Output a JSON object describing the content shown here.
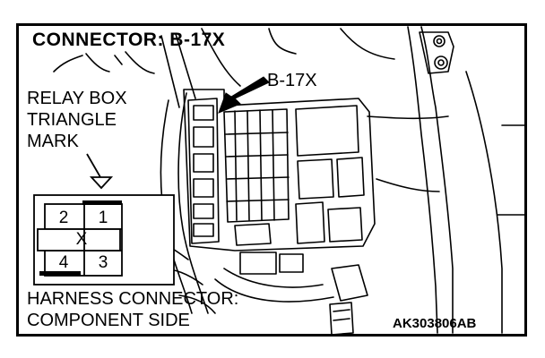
{
  "diagram": {
    "title": "CONNECTOR: B-17X",
    "callout_connector": "B-17X",
    "relay_box_label": [
      "RELAY BOX",
      "TRIANGLE",
      "MARK"
    ],
    "connector_pins": {
      "top_left": "2",
      "top_right": "1",
      "bottom_left": "4",
      "bottom_right": "3",
      "center_mark": "X"
    },
    "harness_label": [
      "HARNESS CONNECTOR:",
      "COMPONENT SIDE"
    ],
    "figure_code": "AK303806AB"
  }
}
